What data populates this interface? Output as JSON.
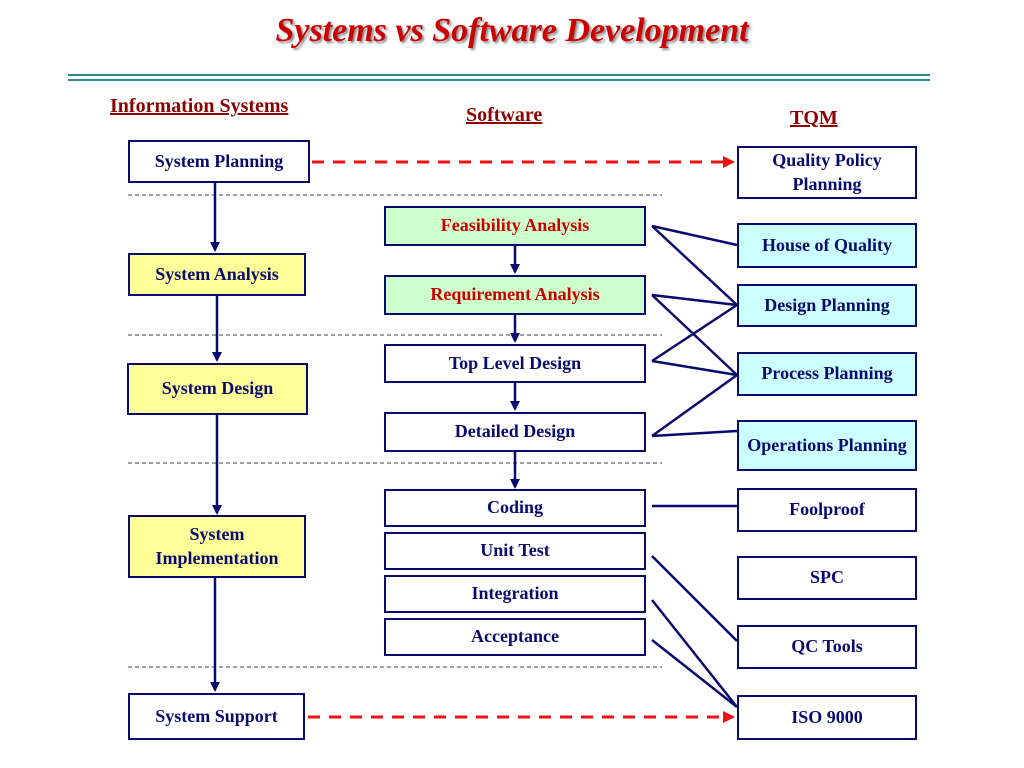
{
  "title": "Systems vs Software Development",
  "columns": {
    "information_systems": "Information Systems",
    "software": "Software",
    "tqm": "TQM"
  },
  "information_systems": {
    "system_planning": "System Planning",
    "system_analysis": "System Analysis",
    "system_design": "System Design",
    "system_implementation": "System Implementation",
    "system_support": "System Support"
  },
  "software": {
    "feasibility_analysis": "Feasibility Analysis",
    "requirement_analysis": "Requirement Analysis",
    "top_level_design": "Top Level Design",
    "detailed_design": "Detailed Design",
    "coding": "Coding",
    "unit_test": "Unit Test",
    "integration": "Integration",
    "acceptance": "Acceptance"
  },
  "tqm": {
    "quality_policy_planning": "Quality Policy Planning",
    "house_of_quality": "House of Quality",
    "design_planning": "Design Planning",
    "process_planning": "Process Planning",
    "operations_planning": "Operations Planning",
    "foolproof": "Foolproof",
    "spc": "SPC",
    "qc_tools": "QC Tools",
    "iso_9000": "ISO 9000"
  },
  "colors": {
    "title": "#cc0000",
    "box_border": "#0a0a6e",
    "connector": "#0a0a6e",
    "dashed_arrow": "#ee1111",
    "yellow_fill": "#ffff99",
    "green_fill": "#ccffcc",
    "cyan_fill": "#ccffff"
  }
}
